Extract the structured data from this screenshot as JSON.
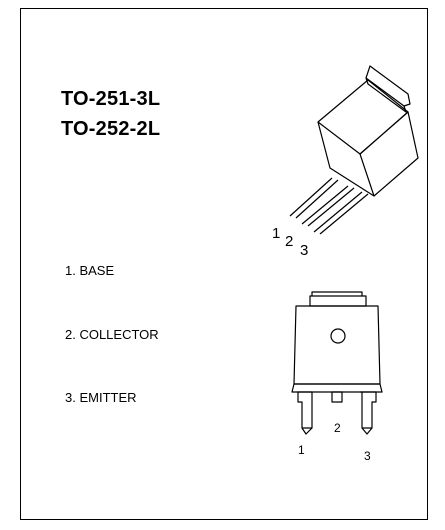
{
  "packages": [
    {
      "name": "TO-251-3L"
    },
    {
      "name": "TO-252-2L"
    }
  ],
  "pins": [
    {
      "label": "1. BASE"
    },
    {
      "label": "2. COLLECTOR"
    },
    {
      "label": "3. EMITTER"
    }
  ],
  "to251_pin_numbers": [
    "1",
    "2",
    "3"
  ],
  "to252_pin_numbers": [
    "1",
    "2",
    "3"
  ]
}
